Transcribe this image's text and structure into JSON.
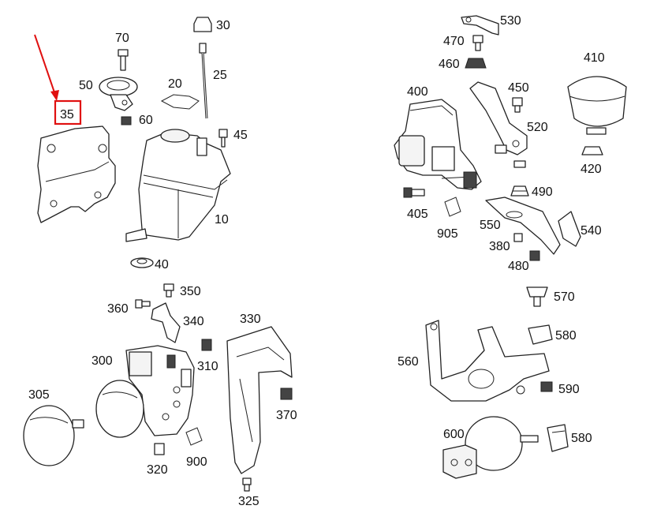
{
  "highlight_color": "#e01010",
  "callouts": {
    "p10": "10",
    "p20": "20",
    "p25": "25",
    "p30": "30",
    "p35": "35",
    "p40": "40",
    "p45": "45",
    "p50": "50",
    "p60": "60",
    "p70": "70",
    "p300": "300",
    "p305": "305",
    "p310": "310",
    "p320": "320",
    "p325": "325",
    "p330": "330",
    "p340": "340",
    "p350": "350",
    "p360": "360",
    "p370": "370",
    "p380": "380",
    "p400": "400",
    "p405": "405",
    "p410": "410",
    "p420": "420",
    "p450": "450",
    "p460": "460",
    "p470": "470",
    "p480": "480",
    "p490": "490",
    "p520": "520",
    "p530": "530",
    "p540": "540",
    "p550": "550",
    "p560": "560",
    "p570": "570",
    "p580a": "580",
    "p580b": "580",
    "p590": "590",
    "p600": "600",
    "p900": "900",
    "p905": "905"
  }
}
